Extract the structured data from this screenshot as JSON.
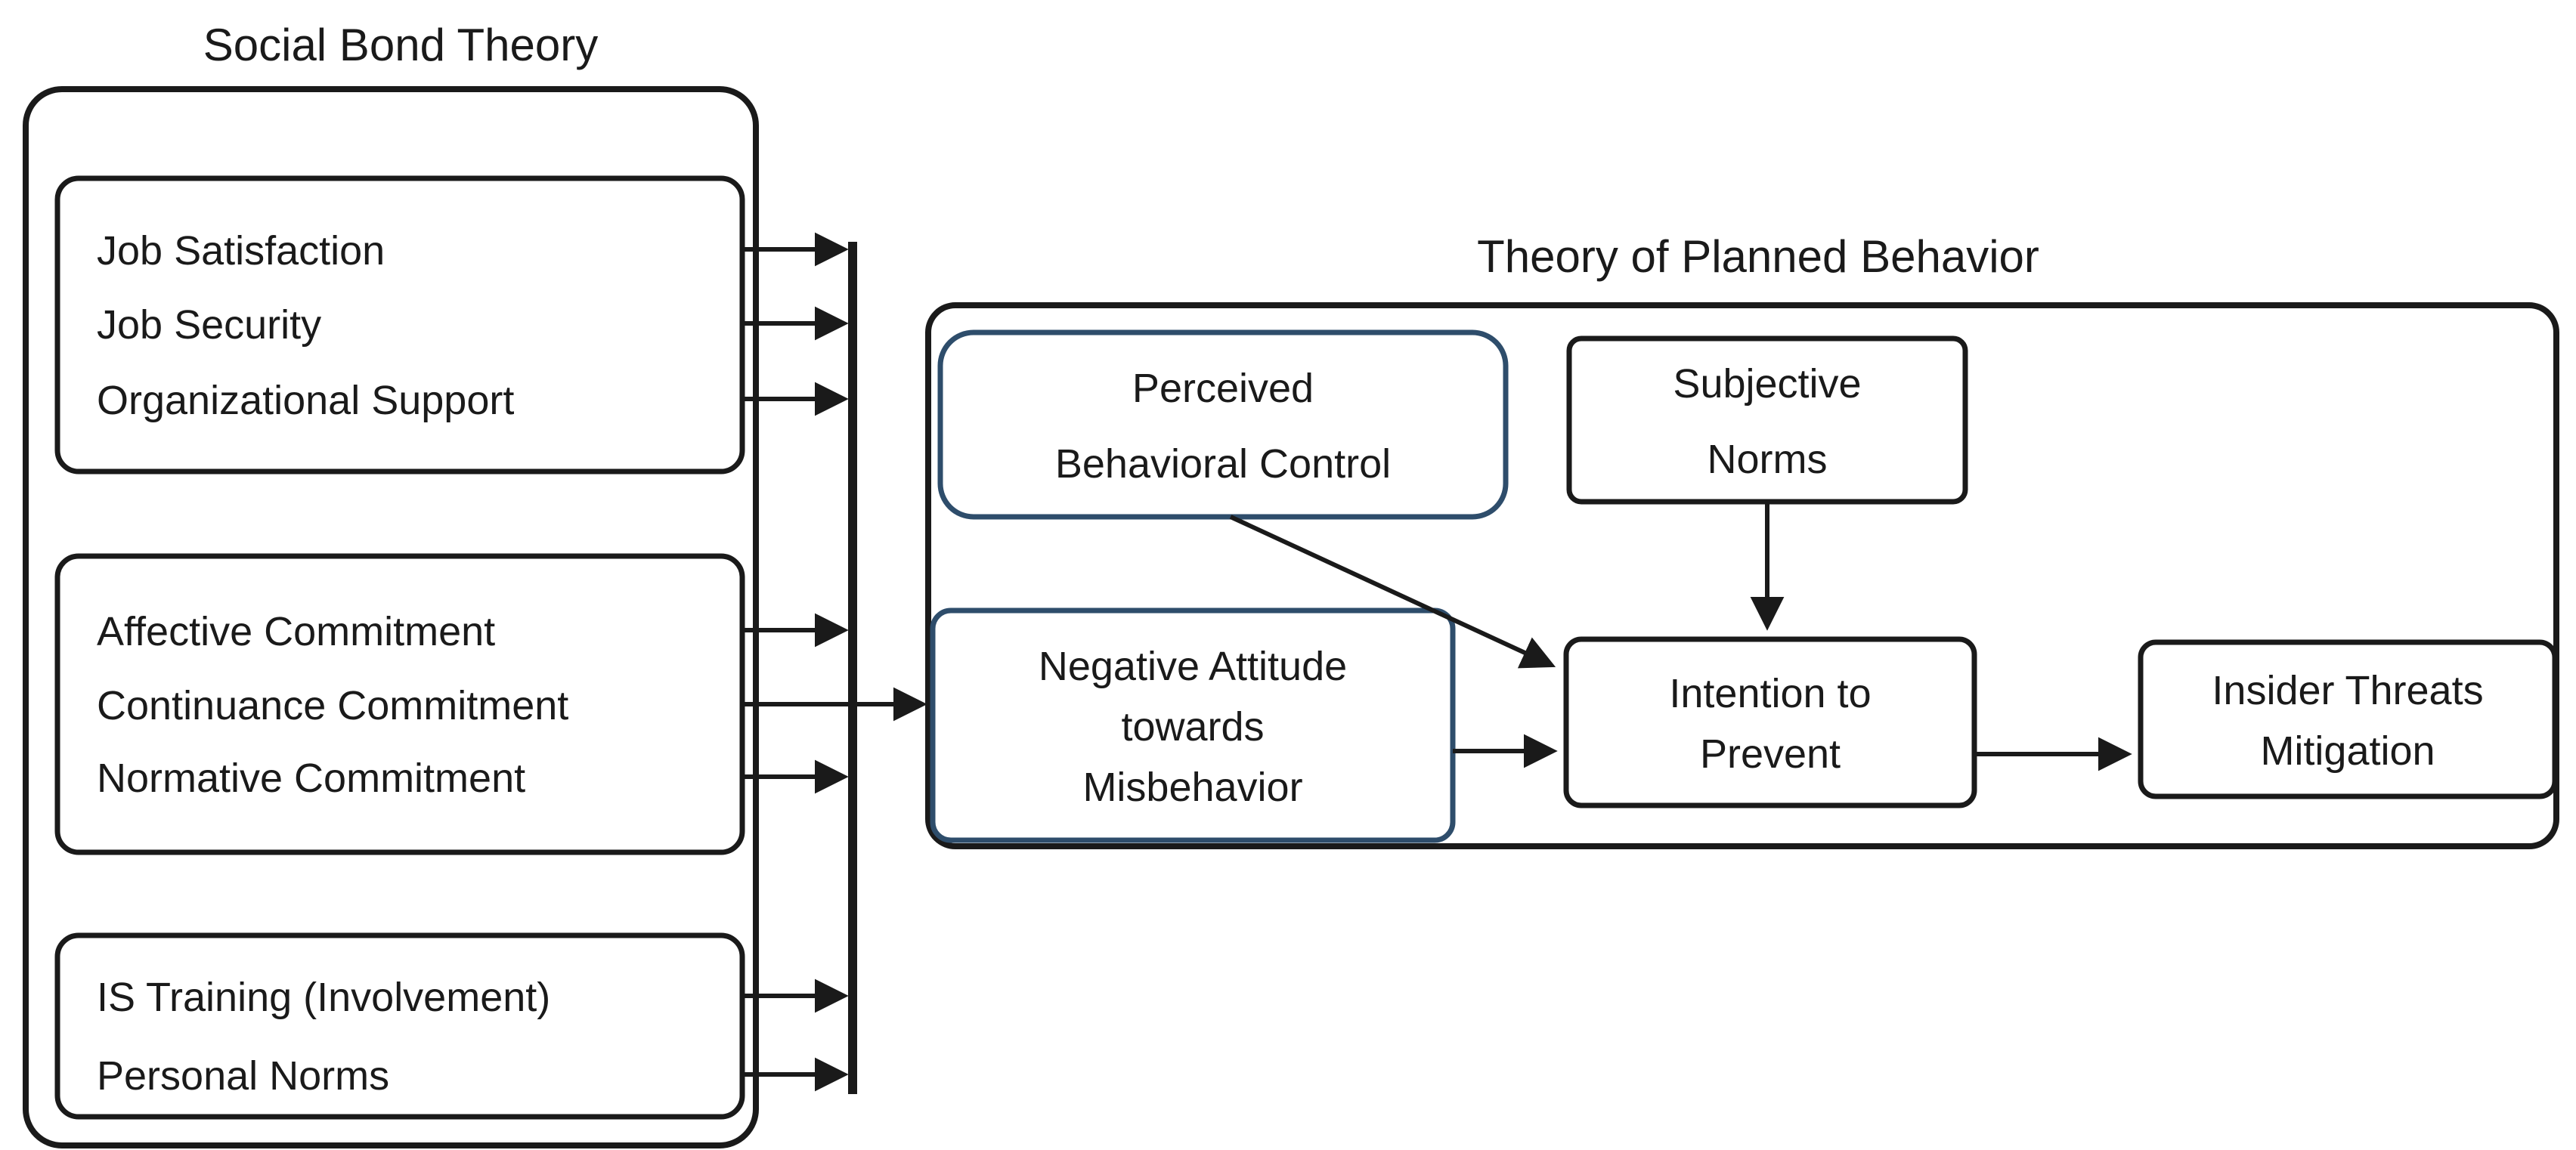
{
  "left_panel": {
    "title": "Social Bond Theory",
    "groups": [
      {
        "items": [
          "Job Satisfaction",
          "Job Security",
          "Organizational Support"
        ]
      },
      {
        "items": [
          "Affective Commitment",
          "Continuance Commitment",
          "Normative Commitment"
        ]
      },
      {
        "items": [
          "IS Training (Involvement)",
          "Personal Norms"
        ]
      }
    ]
  },
  "right_panel": {
    "title": "Theory of Planned Behavior",
    "nodes": {
      "perceived_behavioral_control": [
        "Perceived",
        "Behavioral Control"
      ],
      "subjective_norms": [
        "Subjective",
        "Norms"
      ],
      "negative_attitude": [
        "Negative Attitude",
        "towards",
        "Misbehavior"
      ],
      "intention_to_prevent": [
        "Intention to",
        "Prevent"
      ],
      "insider_threats_mitigation": [
        "Insider Threats",
        "Mitigation"
      ]
    }
  },
  "colors": {
    "line": "#1a1a1a",
    "accent_border": "#2e4d6b",
    "background": "#ffffff"
  }
}
